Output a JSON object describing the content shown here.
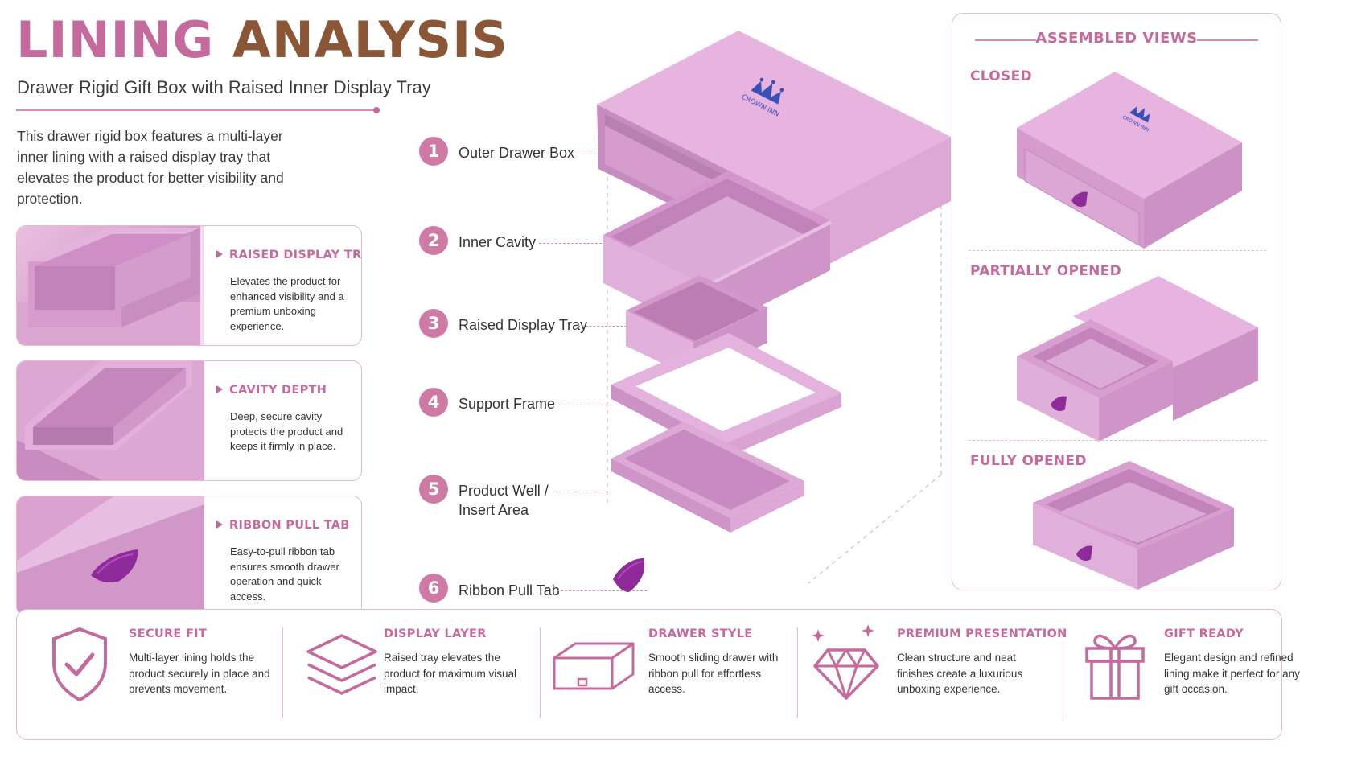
{
  "header": {
    "title_part1": "LINING",
    "title_part2": "ANALYSIS",
    "subtitle": "Drawer Rigid Gift Box with Raised Inner Display Tray",
    "intro": "This drawer rigid box features a multi-layer inner lining with a raised display tray that elevates the product for better visibility and protection."
  },
  "feature_cards": [
    {
      "title": "RAISED DISPLAY TRAY",
      "text": "Elevates the product for enhanced visibility and a premium unboxing experience."
    },
    {
      "title": "CAVITY DEPTH",
      "text": "Deep, secure cavity protects the product and keeps it firmly in place."
    },
    {
      "title": "RIBBON PULL TAB",
      "text": "Easy-to-pull ribbon tab ensures smooth drawer operation and quick access."
    }
  ],
  "callouts": [
    {
      "num": "1",
      "label": "Outer Drawer Box"
    },
    {
      "num": "2",
      "label": "Inner Cavity"
    },
    {
      "num": "3",
      "label": "Raised Display Tray"
    },
    {
      "num": "4",
      "label": "Support Frame"
    },
    {
      "num": "5",
      "label": "Product Well /\nInsert Area"
    },
    {
      "num": "6",
      "label": "Ribbon Pull Tab"
    }
  ],
  "brand_logo_text": "CROWN INN",
  "assembled_views": {
    "title": "ASSEMBLED VIEWS",
    "views": [
      {
        "label": "CLOSED"
      },
      {
        "label": "PARTIALLY OPENED"
      },
      {
        "label": "FULLY OPENED"
      }
    ]
  },
  "benefits": [
    {
      "icon": "shield-check-icon",
      "title": "SECURE FIT",
      "text": "Multi-layer lining holds the product securely in place and prevents movement."
    },
    {
      "icon": "layers-icon",
      "title": "DISPLAY LAYER",
      "text": "Raised tray elevates the product for maximum visual impact."
    },
    {
      "icon": "drawer-box-icon",
      "title": "DRAWER STYLE",
      "text": "Smooth sliding drawer with ribbon pull for effortless access."
    },
    {
      "icon": "diamond-icon",
      "title": "PREMIUM PRESENTATION",
      "text": "Clean structure and neat finishes create a luxurious unboxing experience."
    },
    {
      "icon": "gift-icon",
      "title": "GIFT READY",
      "text": "Elegant design and refined lining make it perfect for any gift occasion."
    }
  ],
  "colors": {
    "accent": "#c56a9c",
    "brown": "#8a5636",
    "box_pink": "#e6b3dc",
    "ribbon": "#8e2a9a",
    "logo_blue": "#3a4fb8"
  }
}
